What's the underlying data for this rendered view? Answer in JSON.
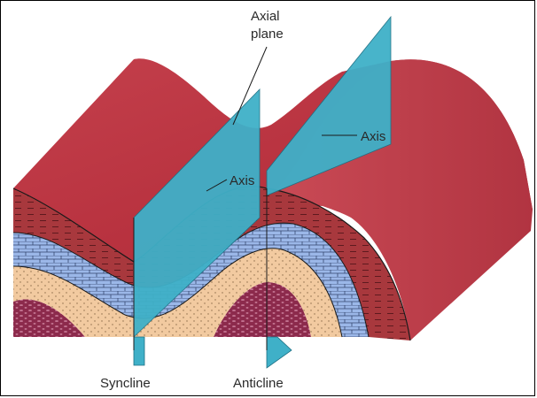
{
  "labels": {
    "axial_plane_line1": "Axial",
    "axial_plane_line2": "plane",
    "axis_right": "Axis",
    "axis_left": "Axis",
    "syncline": "Syncline",
    "anticline": "Anticline"
  },
  "colors": {
    "top_surface": "#b8323f",
    "top_highlight": "#cf5560",
    "front_shale": "#a8383d",
    "limestone": "#9bb7e8",
    "sandstone": "#f2caa0",
    "core": "#8c2a4c",
    "axial_plane": "#3fb0c8"
  }
}
